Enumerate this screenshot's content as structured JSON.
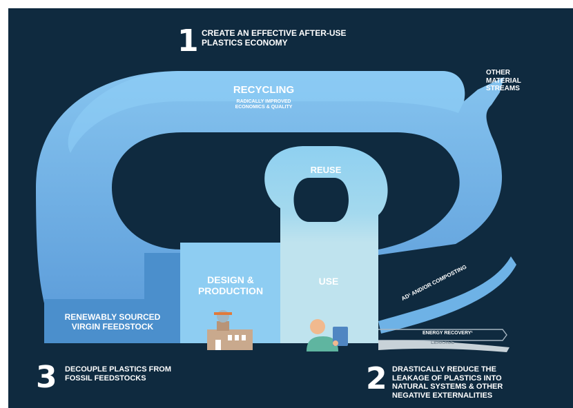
{
  "goal1": {
    "number": "1",
    "line1": "CREATE AN EFFECTIVE AFTER-USE",
    "line2": "PLASTICS ECONOMY"
  },
  "goal2": {
    "number": "2",
    "line1": "DRASTICALLY REDUCE THE",
    "line2": "LEAKAGE OF PLASTICS INTO",
    "line3": "NATURAL SYSTEMS & OTHER",
    "line4": "NEGATIVE EXTERNALITIES"
  },
  "goal3": {
    "number": "3",
    "line1": "DECOUPLE PLASTICS FROM",
    "line2": "FOSSIL FEEDSTOCKS"
  },
  "recycling": {
    "title": "RECYCLING",
    "sub1": "RADICALLY IMPROVED",
    "sub2": "ECONOMICS & QUALITY"
  },
  "other_streams": {
    "line1": "OTHER",
    "line2": "MATERIAL",
    "line3": "STREAMS"
  },
  "reuse": "REUSE",
  "design": {
    "line1": "DESIGN &",
    "line2": "PRODUCTION"
  },
  "use": "USE",
  "feedstock": {
    "line1": "RENEWABLY SOURCED",
    "line2": "VIRGIN FEEDSTOCK"
  },
  "flows": {
    "composting": "AD¹ AND/OR COMPOSTING",
    "energy": "ENERGY RECOVERY¹",
    "leakage": "LEAKAGE"
  },
  "icons": [
    "factory-icon",
    "person-with-package-icon"
  ],
  "colors": {
    "background": "#0f2a3f",
    "recycling_loop": "#7cb9ea",
    "feedstock": "#4b8fcc",
    "design": "#8ecdf2",
    "use": "#bfe3ee",
    "reuse_loop": "#95d2ef"
  }
}
